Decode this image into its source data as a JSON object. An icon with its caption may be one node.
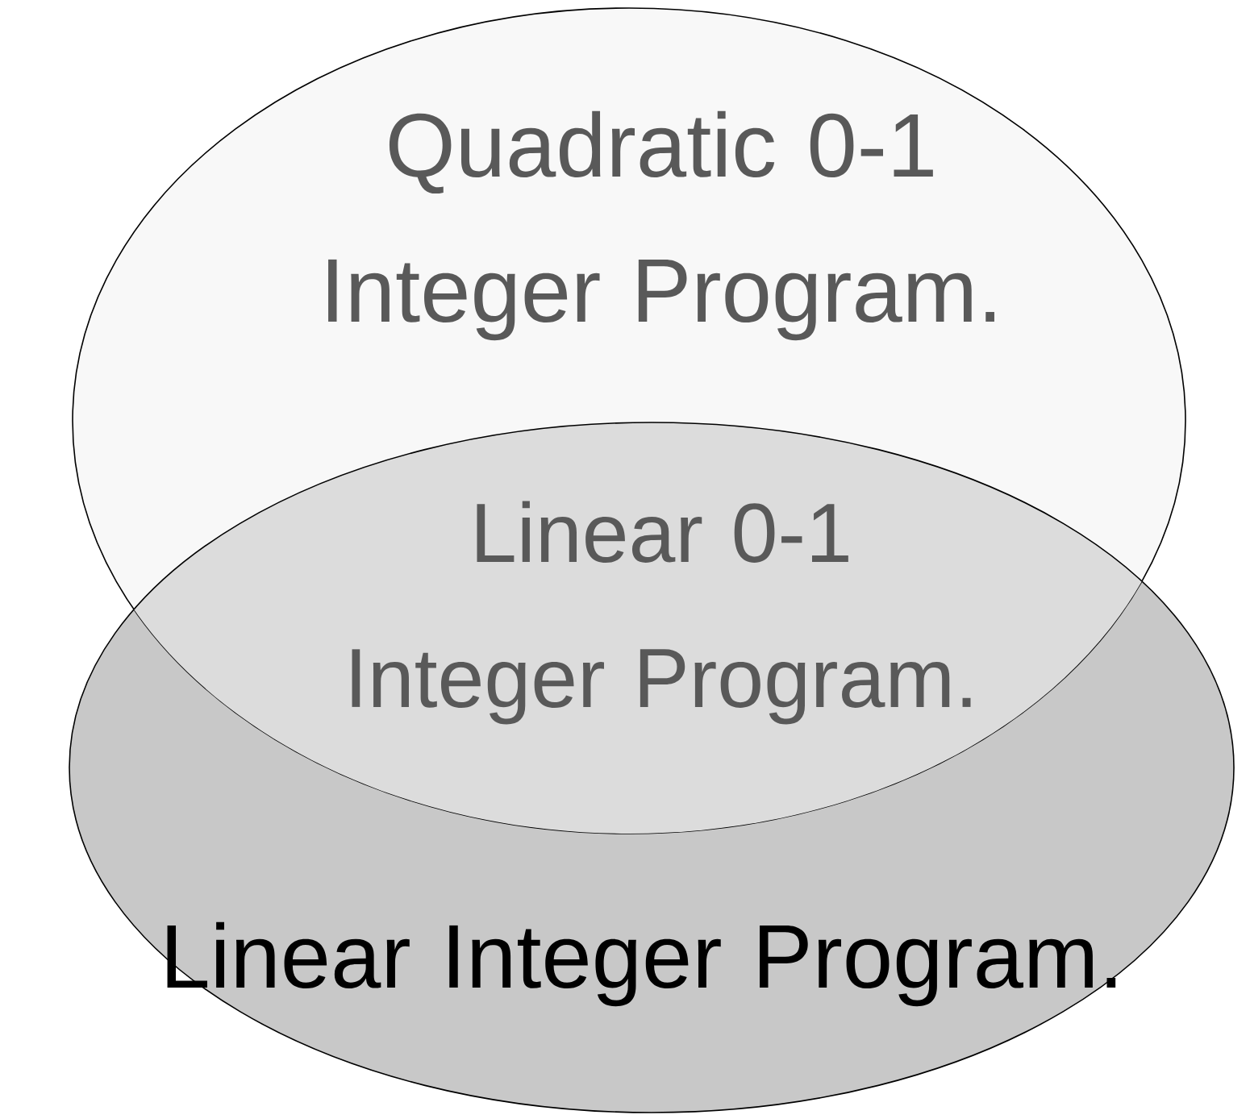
{
  "diagram": {
    "nodes": [
      {
        "text": [
          "Quadratic 0-1 Integer Program."
        ]
      },
      {
        "text": [
          "Linear Integer Program."
        ]
      }
    ],
    "labels": [
      "Linear 0-1 Integer Program."
    ]
  }
}
